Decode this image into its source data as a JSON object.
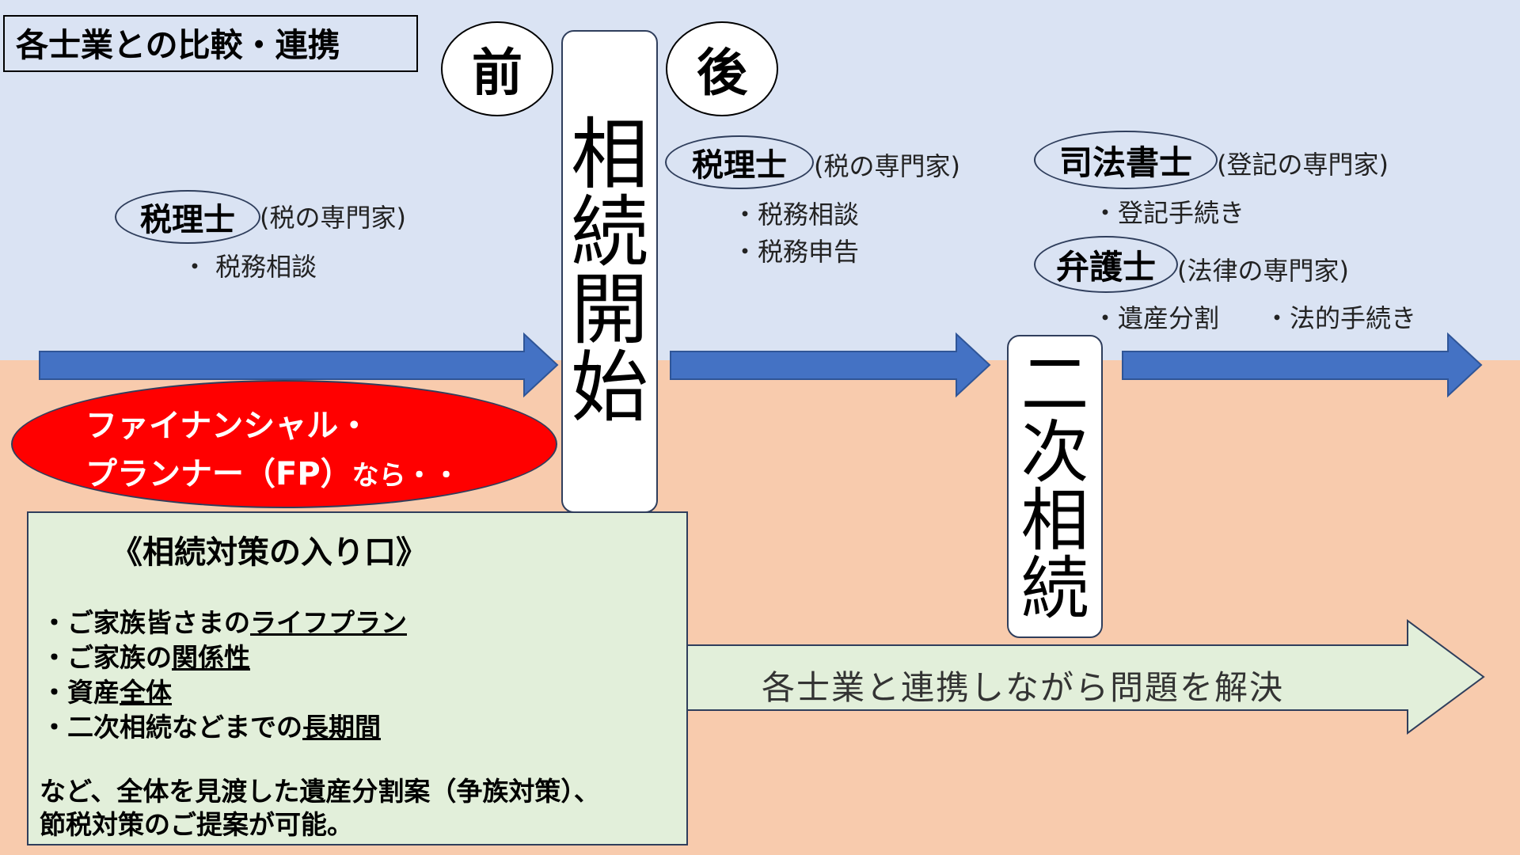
{
  "title": "各士業との比較・連携",
  "before_label": "前",
  "after_label": "後",
  "inheritance_start": "相続開始",
  "secondary_inheritance": "二次相続",
  "pre_start": {
    "profession": "税理士",
    "description": "(税の専門家)",
    "tasks": [
      "・ 税務相談"
    ]
  },
  "post_start": {
    "profession": "税理士",
    "description": "(税の専門家)",
    "tasks": [
      "・税務相談",
      "・税務申告"
    ]
  },
  "judicial_scrivener": {
    "profession": "司法書士",
    "description": "(登記の専門家)",
    "tasks": [
      "・登記手続き"
    ]
  },
  "lawyer": {
    "profession": "弁護士",
    "description": "(法律の専門家)",
    "tasks": [
      "・遺産分割",
      "・法的手続き"
    ]
  },
  "fp": {
    "line1": "ファイナンシャル・",
    "line2_main": "プランナー（FP）",
    "line2_suffix": "なら・・"
  },
  "fp_box": {
    "heading": "《相続対策の入り口》",
    "items": [
      {
        "prefix": "・ご家族皆さまの",
        "underlined": "ライフプラン"
      },
      {
        "prefix": "・ご家族の",
        "underlined": "関係性"
      },
      {
        "prefix": "・資産",
        "underlined": "全体"
      },
      {
        "prefix": "・二次相続などまでの",
        "underlined": "長期間"
      }
    ],
    "footer_line1": "など、全体を見渡した遺産分割案（争族対策）、",
    "footer_line2": "節税対策のご提案が可能。"
  },
  "collaboration_text": "各士業と連携しながら問題を解決",
  "colors": {
    "top_background": "#dae3f3",
    "bottom_background": "#f8cbad",
    "arrow_blue": "#4472c4",
    "fp_red": "#ff0000",
    "green_box": "#e2efda"
  }
}
